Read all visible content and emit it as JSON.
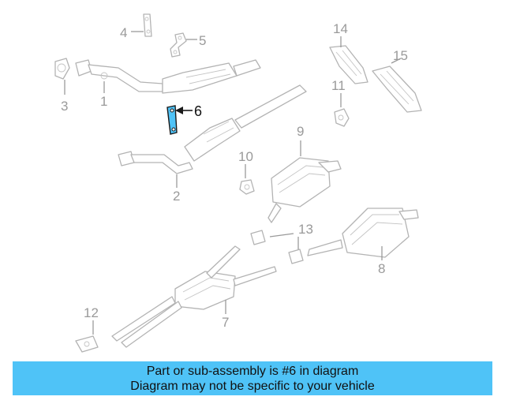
{
  "diagram": {
    "callouts": [
      "1",
      "2",
      "3",
      "4",
      "5",
      "6",
      "7",
      "8",
      "9",
      "10",
      "11",
      "12",
      "13",
      "14",
      "15"
    ],
    "highlighted_part": "6",
    "highlight_color": "#4fc3f7",
    "line_color": "#b3b3b3"
  },
  "caption": {
    "line1": "Part or sub-assembly is #6 in diagram",
    "line2": "Diagram may not be specific to your vehicle",
    "background": "#4fc3f7"
  }
}
